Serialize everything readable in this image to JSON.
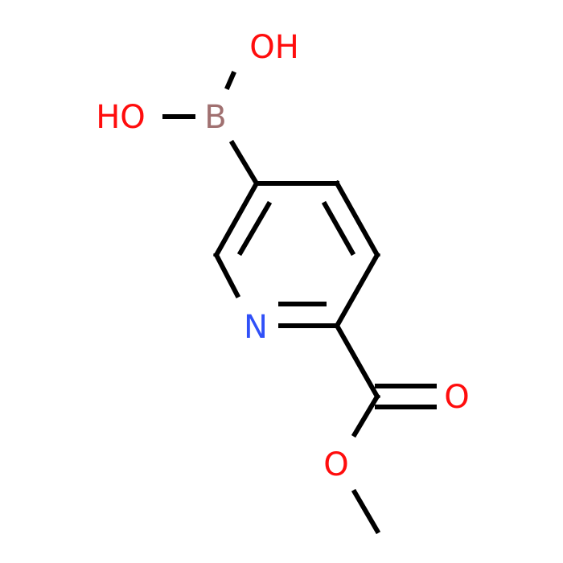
{
  "colors": {
    "bond": "#000000",
    "oxygen": "#ff0d0d",
    "nitrogen": "#3050f8",
    "boron": "#a07070",
    "background": "#ffffff"
  },
  "atoms": {
    "hydroxyl_top": "OH",
    "hydroxyl_left": "HO",
    "boron": "B",
    "nitrogen": "N",
    "carbonyl_oxygen": "O",
    "ester_oxygen": "O"
  }
}
